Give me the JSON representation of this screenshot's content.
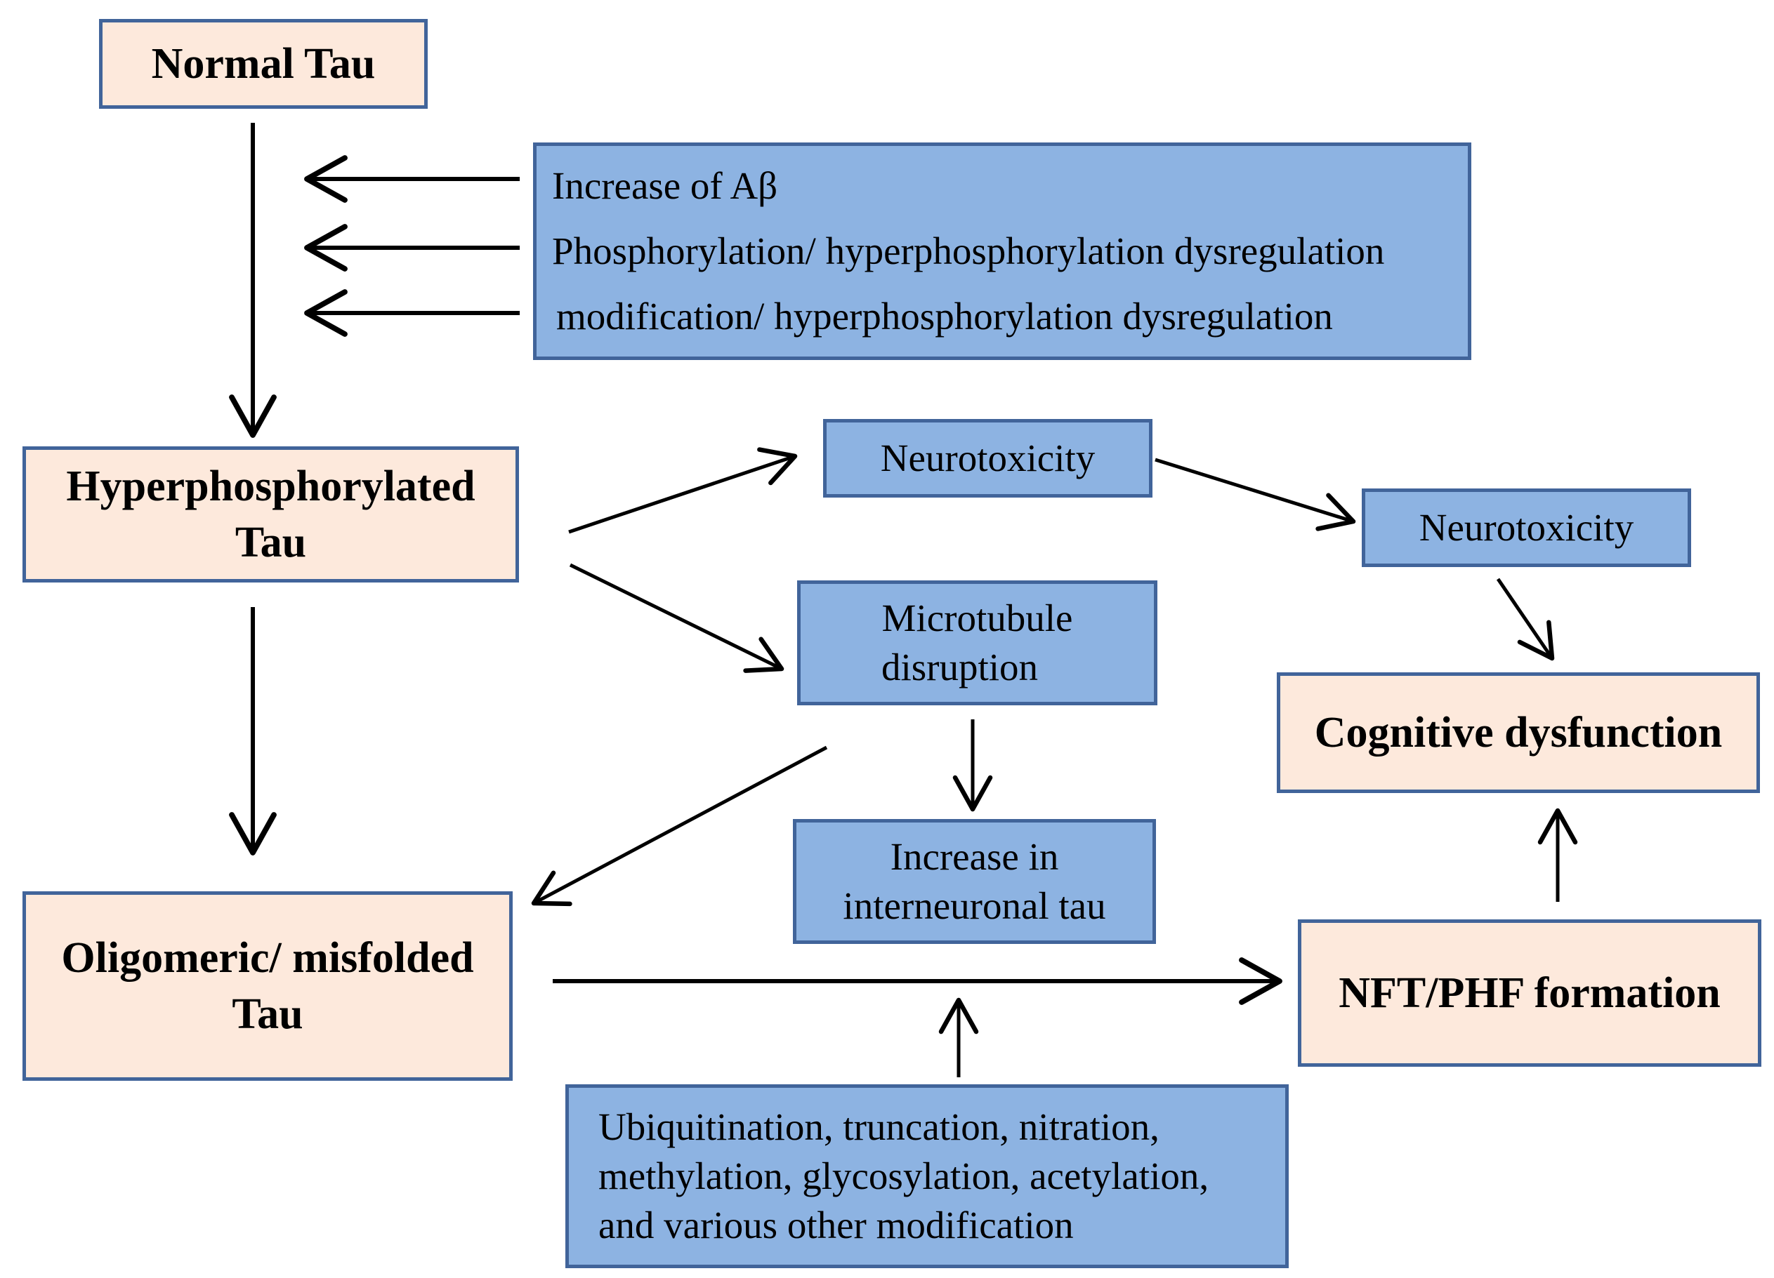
{
  "nodes": {
    "normal_tau": {
      "lines": [
        "Normal Tau"
      ]
    },
    "factors": {
      "lines": [
        "Increase  of Aβ",
        "Phosphorylation/  hyperphosphorylation  dysregulation",
        "modification/  hyperphosphorylation  dysregulation"
      ]
    },
    "hyper_tau": {
      "lines": [
        "Hyperphosphorylated",
        "Tau"
      ]
    },
    "neurotox_1": {
      "lines": [
        "Neurotoxicity"
      ]
    },
    "neurotox_2": {
      "lines": [
        "Neurotoxicity"
      ]
    },
    "microtubule": {
      "lines": [
        "Microtubule",
        "disruption"
      ]
    },
    "cognitive": {
      "lines": [
        "Cognitive dysfunction"
      ]
    },
    "interneuronal": {
      "lines": [
        "Increase  in",
        "interneuronal  tau"
      ]
    },
    "oligomeric": {
      "lines": [
        "Oligomeric/ misfolded",
        "Tau"
      ]
    },
    "nft_phf": {
      "lines": [
        "NFT/PHF formation"
      ]
    },
    "modifications": {
      "lines": [
        "Ubiquitination,  truncation,  nitration,",
        "methylation,  glycosylation,  acetylation,",
        "and various other modification"
      ]
    }
  },
  "colors": {
    "peach_fill": "#fde9dc",
    "blue_fill": "#8db3e2",
    "border": "#41649a",
    "arrow": "#000000"
  }
}
